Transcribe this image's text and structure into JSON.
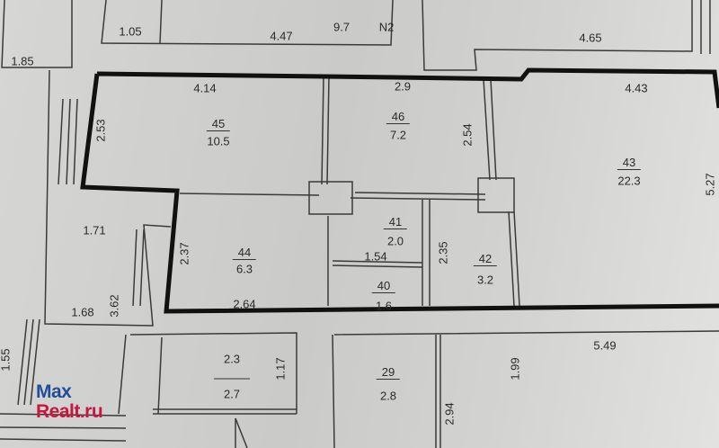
{
  "plan": {
    "dimensions_top": [
      "1.05",
      "4.47",
      "9.7",
      "N2",
      "4.65",
      "1.85"
    ],
    "rooms": [
      {
        "id": "45",
        "area": "10.5"
      },
      {
        "id": "46",
        "area": "7.2"
      },
      {
        "id": "43",
        "area": "22.3"
      },
      {
        "id": "41",
        "area": "2.0"
      },
      {
        "id": "44",
        "area": "6.3"
      },
      {
        "id": "42",
        "area": "3.2"
      },
      {
        "id": "40",
        "area": "1.6"
      },
      {
        "id": "29",
        "area": "2.8"
      },
      {
        "id": "",
        "area": "2.7",
        "top": "2.3"
      }
    ],
    "dims": {
      "d414": "4.14",
      "d29": "2.9",
      "d443": "4.43",
      "d253": "2.53",
      "d254": "2.54",
      "d527": "5.27",
      "d171": "1.71",
      "d237": "2.37",
      "d154": "1.54",
      "d235": "2.35",
      "d264": "2.64",
      "d168": "1.68",
      "d362": "3.62",
      "d549": "5.49",
      "d155": "1.55",
      "d117": "1.17",
      "d199": "1.99",
      "d294": "2.94"
    }
  },
  "watermark": {
    "line1": "Max",
    "line2": "Realt.ru"
  }
}
